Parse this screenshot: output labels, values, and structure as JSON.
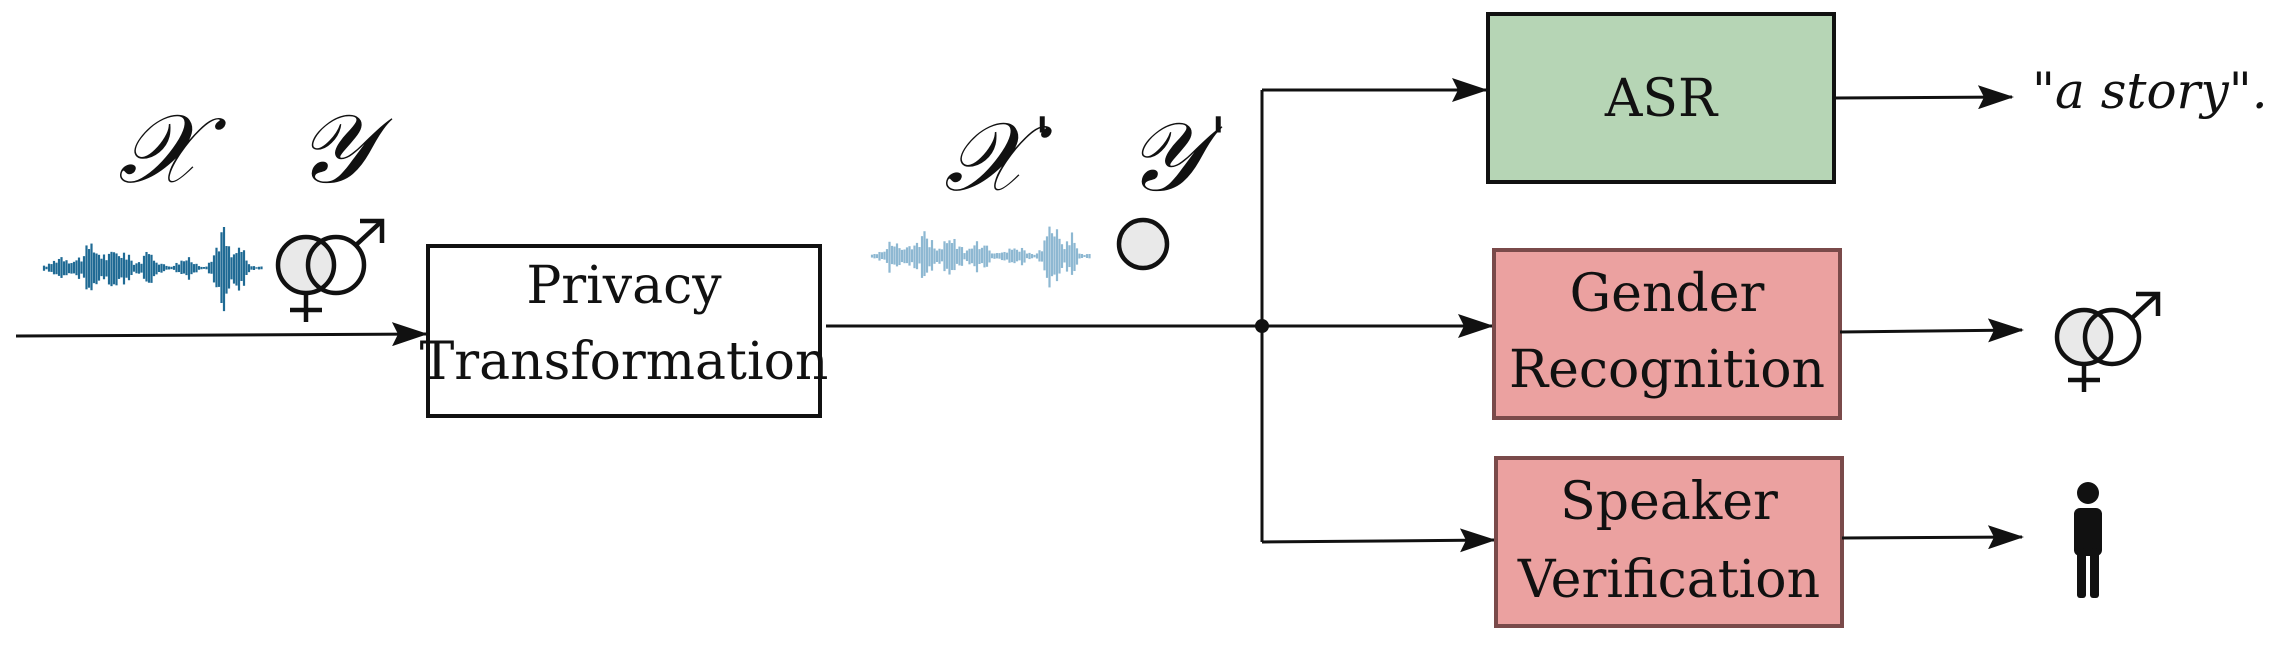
{
  "input": {
    "x_symbol": "𝒳",
    "y_symbol": "𝒴"
  },
  "privacy_box": {
    "line1": "Privacy",
    "line2": "Transformation"
  },
  "output_symbols": {
    "x_symbol": "𝒳",
    "y_symbol": "𝒴",
    "prime": "'"
  },
  "asr_box": {
    "label": "ASR",
    "result": "\"a  story\"."
  },
  "gender_box": {
    "line1": "Gender",
    "line2": "Recognition"
  },
  "speaker_box": {
    "line1": "Speaker",
    "line2": "Verification"
  },
  "colors": {
    "asr_fill": "#b6d5b5",
    "attack_fill": "#eba1a0",
    "waveform_dark": "#1f6a94",
    "waveform_light": "#8db8d2"
  },
  "icons": {
    "input_gender": "gender-symbol-icon",
    "output_gender": "gender-symbol-icon",
    "speaker": "person-icon",
    "anonymized_gender": "circle-icon"
  }
}
